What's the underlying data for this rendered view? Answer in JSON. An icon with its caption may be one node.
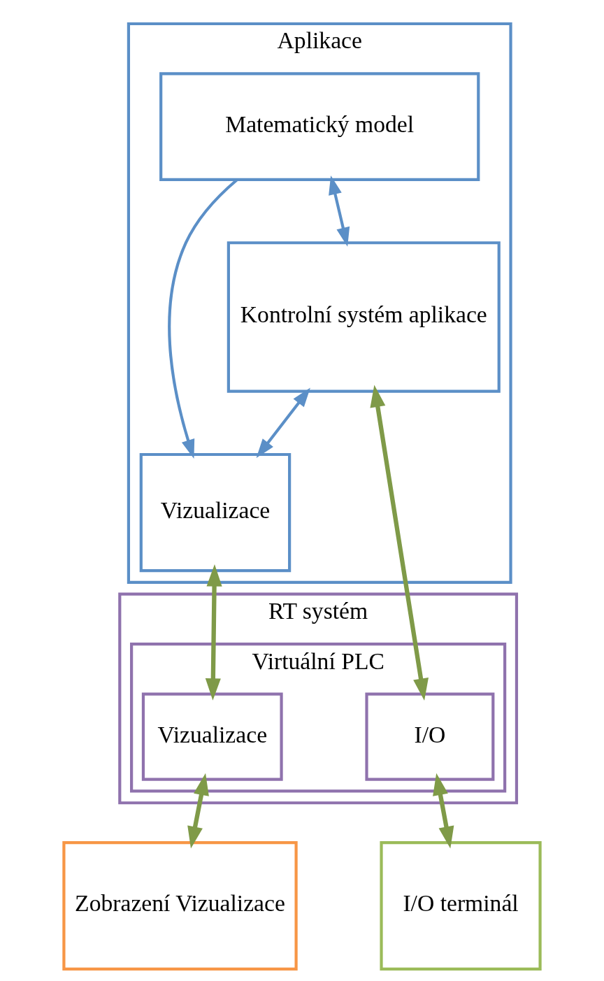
{
  "diagram": {
    "nodes": [
      {
        "text": [
          "Aplikace"
        ]
      },
      {
        "text": [
          "Matematický model"
        ],
        "in": 0
      },
      {
        "text": [
          "Kontrolní systém aplikace"
        ],
        "in": 0
      },
      {
        "text": [
          "Vizualizace"
        ],
        "in": 0
      },
      {
        "text": [
          "RT systém"
        ]
      },
      {
        "text": [
          "Virtuální PLC"
        ],
        "in": 4
      },
      {
        "text": [
          "I/O"
        ],
        "in": 5
      },
      {
        "text": [
          "Vizualizace"
        ],
        "in": 5
      },
      {
        "text": [
          "I/O terminál"
        ]
      },
      {
        "text": [
          "Zobrazení Vizualizace"
        ]
      }
    ],
    "edges": [
      {
        "from": 1,
        "to": 2,
        "arrow": "both",
        "color": "#5b8fc7"
      },
      {
        "from": 1,
        "to": 3,
        "arrow": "to",
        "color": "#5b8fc7"
      },
      {
        "from": 2,
        "to": 3,
        "arrow": "both",
        "color": "#5b8fc7"
      },
      {
        "from": 2,
        "to": 6,
        "arrow": "both"
      },
      {
        "from": 3,
        "to": 7,
        "arrow": "both"
      },
      {
        "from": 6,
        "to": 8,
        "arrow": "both"
      },
      {
        "from": 7,
        "to": 9,
        "arrow": "both"
      }
    ]
  }
}
